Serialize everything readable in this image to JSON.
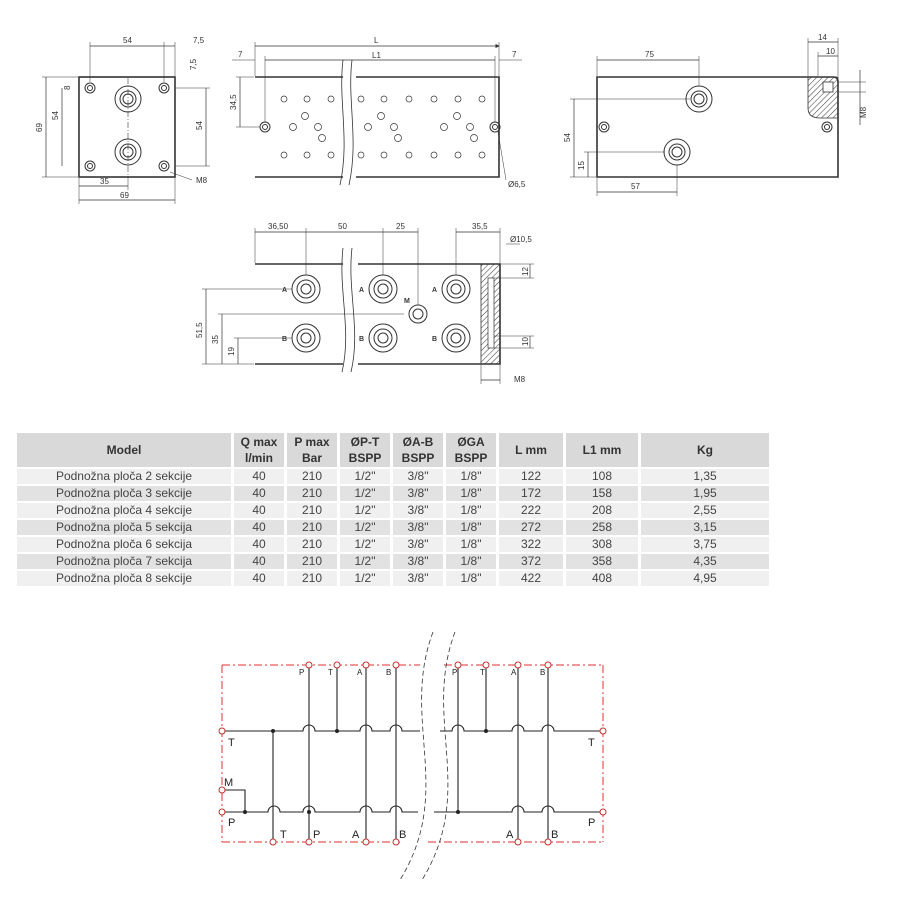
{
  "drawings": {
    "view1": {
      "dims": [
        "54",
        "7,5",
        "7,5",
        "69",
        "54",
        "54",
        "35",
        "69",
        "M8",
        "8"
      ]
    },
    "view2": {
      "dims": [
        "L",
        "L1",
        "7",
        "7",
        "34,5",
        "Ø6,5"
      ]
    },
    "view3": {
      "dims": [
        "14",
        "10",
        "75",
        "M8",
        "54",
        "15",
        "57"
      ]
    },
    "view4": {
      "dims": [
        "36,50",
        "50",
        "25",
        "35,5",
        "Ø10,5",
        "12",
        "51,5",
        "35",
        "19",
        "10",
        "M8"
      ],
      "ports": [
        "A",
        "B",
        "M",
        "A",
        "B",
        "A",
        "B"
      ]
    }
  },
  "table": {
    "headers": [
      {
        "top": "Model",
        "bottom": ""
      },
      {
        "top": "Q max",
        "bottom": "l/min"
      },
      {
        "top": "P max",
        "bottom": "Bar"
      },
      {
        "top": "ØP-T",
        "bottom": "BSPP"
      },
      {
        "top": "ØA-B",
        "bottom": "BSPP"
      },
      {
        "top": "ØGA",
        "bottom": "BSPP"
      },
      {
        "top": "L mm",
        "bottom": ""
      },
      {
        "top": "L1 mm",
        "bottom": ""
      },
      {
        "top": "Kg",
        "bottom": ""
      }
    ],
    "rows": [
      [
        "Podnožna ploča 2 sekcije",
        "40",
        "210",
        "1/2\"",
        "3/8\"",
        "1/8\"",
        "122",
        "108",
        "1,35"
      ],
      [
        "Podnožna ploča 3 sekcije",
        "40",
        "210",
        "1/2\"",
        "3/8\"",
        "1/8\"",
        "172",
        "158",
        "1,95"
      ],
      [
        "Podnožna ploča 4 sekcije",
        "40",
        "210",
        "1/2\"",
        "3/8\"",
        "1/8\"",
        "222",
        "208",
        "2,55"
      ],
      [
        "Podnožna ploča 5 sekcija",
        "40",
        "210",
        "1/2\"",
        "3/8\"",
        "1/8\"",
        "272",
        "258",
        "3,15"
      ],
      [
        "Podnožna ploča 6 sekcija",
        "40",
        "210",
        "1/2\"",
        "3/8\"",
        "1/8\"",
        "322",
        "308",
        "3,75"
      ],
      [
        "Podnožna ploča 7 sekcija",
        "40",
        "210",
        "1/2\"",
        "3/8\"",
        "1/8\"",
        "372",
        "358",
        "4,35"
      ],
      [
        "Podnožna ploča 8 sekcije",
        "40",
        "210",
        "1/2\"",
        "3/8\"",
        "1/8\"",
        "422",
        "408",
        "4,95"
      ]
    ]
  },
  "schematic": {
    "top_labels": [
      "P",
      "T",
      "A",
      "B",
      "P",
      "T",
      "A",
      "B"
    ],
    "left_labels": [
      "T",
      "M",
      "P"
    ],
    "right_labels": [
      "T",
      "P"
    ],
    "bottom_labels": [
      "T",
      "P",
      "A",
      "B",
      "A",
      "B"
    ]
  }
}
